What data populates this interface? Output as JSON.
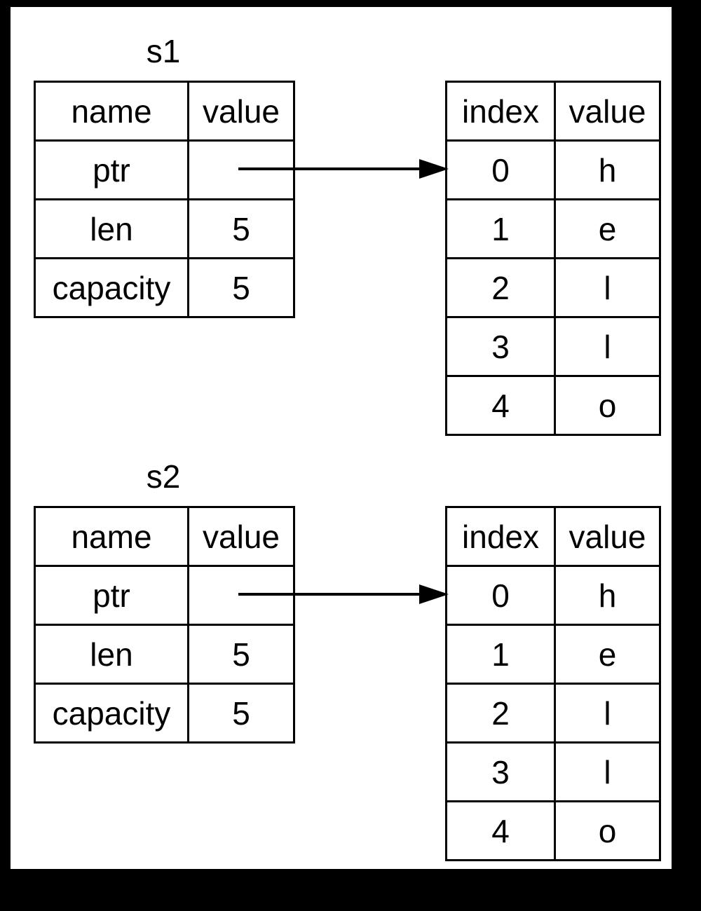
{
  "diagram": {
    "structs": [
      {
        "label": "s1",
        "stack": {
          "headers": [
            "name",
            "value"
          ],
          "rows": [
            {
              "name": "ptr",
              "value": ""
            },
            {
              "name": "len",
              "value": "5"
            },
            {
              "name": "capacity",
              "value": "5"
            }
          ]
        },
        "heap": {
          "headers": [
            "index",
            "value"
          ],
          "rows": [
            {
              "index": "0",
              "value": "h"
            },
            {
              "index": "1",
              "value": "e"
            },
            {
              "index": "2",
              "value": "l"
            },
            {
              "index": "3",
              "value": "l"
            },
            {
              "index": "4",
              "value": "o"
            }
          ]
        }
      },
      {
        "label": "s2",
        "stack": {
          "headers": [
            "name",
            "value"
          ],
          "rows": [
            {
              "name": "ptr",
              "value": ""
            },
            {
              "name": "len",
              "value": "5"
            },
            {
              "name": "capacity",
              "value": "5"
            }
          ]
        },
        "heap": {
          "headers": [
            "index",
            "value"
          ],
          "rows": [
            {
              "index": "0",
              "value": "h"
            },
            {
              "index": "1",
              "value": "e"
            },
            {
              "index": "2",
              "value": "l"
            },
            {
              "index": "3",
              "value": "l"
            },
            {
              "index": "4",
              "value": "o"
            }
          ]
        }
      }
    ]
  }
}
